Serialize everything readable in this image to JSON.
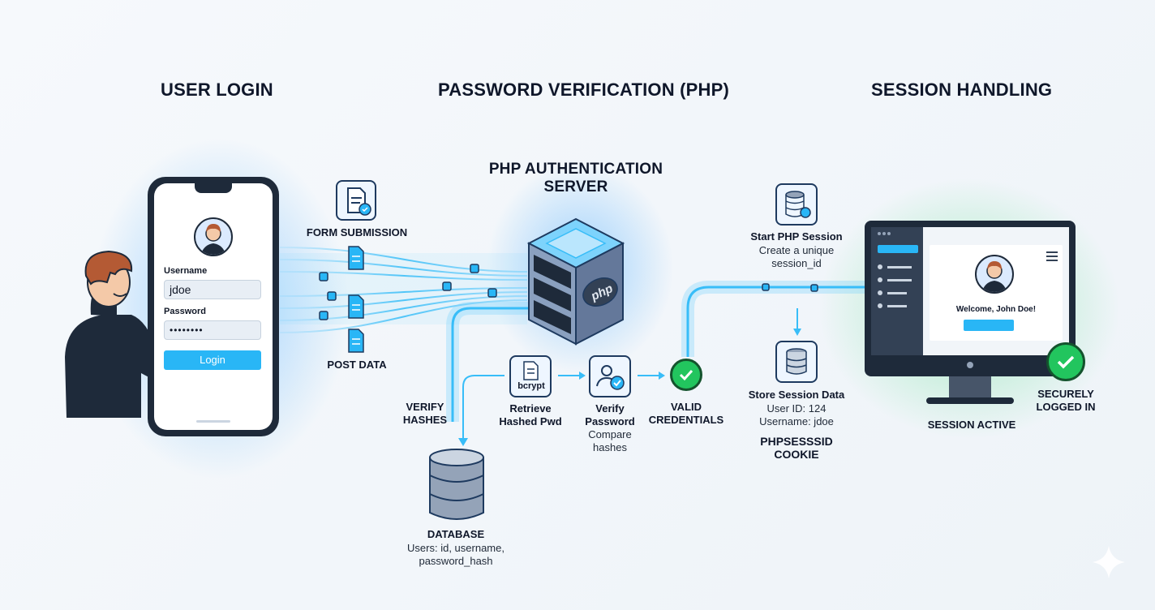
{
  "sections": {
    "user_login": "USER LOGIN",
    "password_verification": "PASSWORD VERIFICATION (PHP)",
    "session_handling": "SESSION HANDLING"
  },
  "phone": {
    "username_label": "Username",
    "username_value": "jdoe",
    "password_label": "Password",
    "password_value": "••••••••",
    "login_button": "Login"
  },
  "flow": {
    "form_submission": "FORM SUBMISSION",
    "post_data": "POST DATA"
  },
  "server": {
    "title": "PHP AUTHENTICATION SERVER",
    "title_line1": "PHP AUTHENTICATION",
    "title_line2": "SERVER",
    "logo_text": "php"
  },
  "verification": {
    "verify_hashes_line1": "VERIFY",
    "verify_hashes_line2": "HASHES",
    "bcrypt_tag": "bcrypt",
    "retrieve_line1": "Retrieve",
    "retrieve_line2": "Hashed Pwd",
    "verify_password_line1": "Verify",
    "verify_password_line2": "Password",
    "compare_line1": "Compare",
    "compare_line2": "hashes",
    "valid_line1": "VALID",
    "valid_line2": "CREDENTIALS"
  },
  "database": {
    "title": "DATABASE",
    "fields_line1": "Users: id, username,",
    "fields_line2": "password_hash"
  },
  "session": {
    "start_title": "Start PHP Session",
    "start_sub_line1": "Create a unique",
    "start_sub_line2": "session_id",
    "store_title": "Store Session Data",
    "store_user_id": "User ID: 124",
    "store_username": "Username: jdoe",
    "cookie_line1": "PHPSESSSID",
    "cookie_line2": "COOKIE"
  },
  "monitor": {
    "welcome_text": "Welcome, John Doe!",
    "session_active": "SESSION ACTIVE",
    "securely_line1": "SECURELY",
    "securely_line2": "LOGGED IN"
  },
  "colors": {
    "accent_blue": "#29b6f6",
    "success_green": "#22c55e",
    "dark_navy": "#1e2a3a"
  }
}
